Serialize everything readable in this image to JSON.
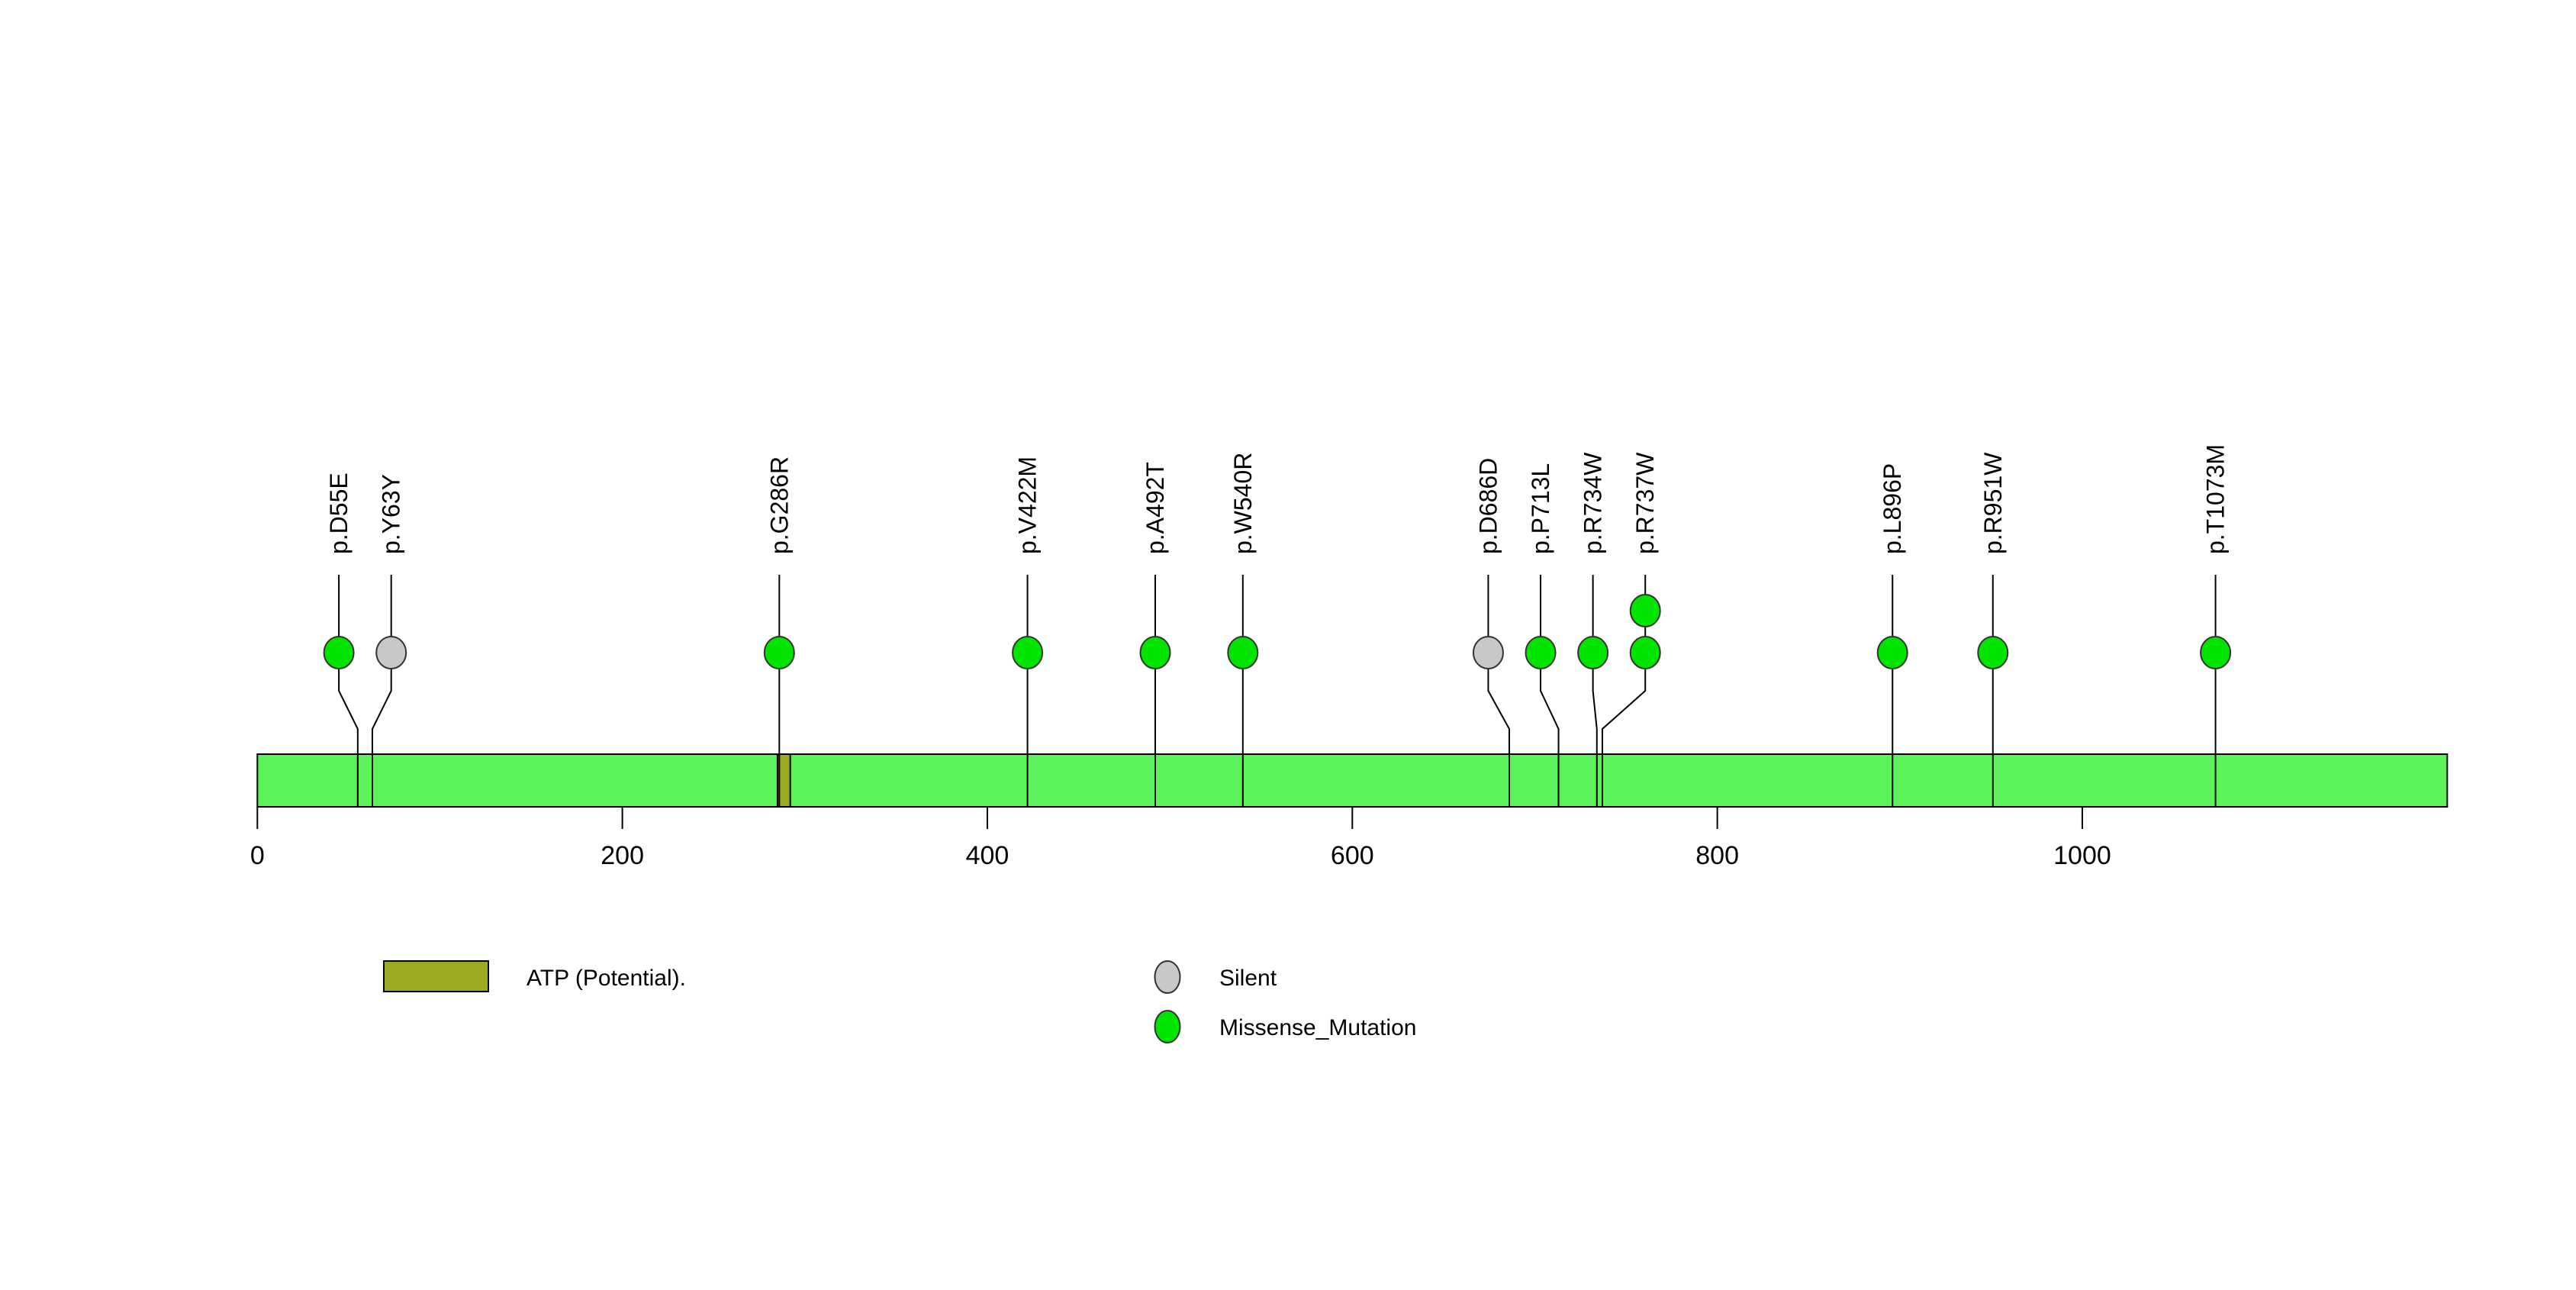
{
  "chart_data": {
    "type": "lollipop",
    "title": "",
    "protein_length": 1200,
    "axis_ticks": [
      0,
      200,
      400,
      600,
      800,
      1000
    ],
    "axis_tick_labels": [
      "0",
      "200",
      "400",
      "600",
      "800",
      "1000"
    ],
    "backbone_color": "#5CF25C",
    "stroke_color": "#000000",
    "mutations": [
      {
        "label": "p.D55E",
        "position": 55,
        "type": "Missense_Mutation",
        "count": 1
      },
      {
        "label": "p.Y63Y",
        "position": 63,
        "type": "Silent",
        "count": 1
      },
      {
        "label": "p.G286R",
        "position": 286,
        "type": "Missense_Mutation",
        "count": 1
      },
      {
        "label": "p.V422M",
        "position": 422,
        "type": "Missense_Mutation",
        "count": 1
      },
      {
        "label": "p.A492T",
        "position": 492,
        "type": "Missense_Mutation",
        "count": 1
      },
      {
        "label": "p.W540R",
        "position": 540,
        "type": "Missense_Mutation",
        "count": 1
      },
      {
        "label": "p.D686D",
        "position": 686,
        "type": "Silent",
        "count": 1
      },
      {
        "label": "p.P713L",
        "position": 713,
        "type": "Missense_Mutation",
        "count": 1
      },
      {
        "label": "p.R734W",
        "position": 734,
        "type": "Missense_Mutation",
        "count": 1
      },
      {
        "label": "p.R737W",
        "position": 737,
        "type": "Missense_Mutation",
        "count": 2
      },
      {
        "label": "p.L896P",
        "position": 896,
        "type": "Missense_Mutation",
        "count": 1
      },
      {
        "label": "p.R951W",
        "position": 951,
        "type": "Missense_Mutation",
        "count": 1
      },
      {
        "label": "p.T1073M",
        "position": 1073,
        "type": "Missense_Mutation",
        "count": 1
      }
    ],
    "domains": [
      {
        "label": "ATP (Potential).",
        "start": 285,
        "end": 292,
        "color": "#9CA922"
      }
    ],
    "legend": {
      "mutation_types": [
        {
          "label": "Silent",
          "color": "#C8C8C8"
        },
        {
          "label": "Missense_Mutation",
          "color": "#00E400"
        }
      ]
    }
  }
}
